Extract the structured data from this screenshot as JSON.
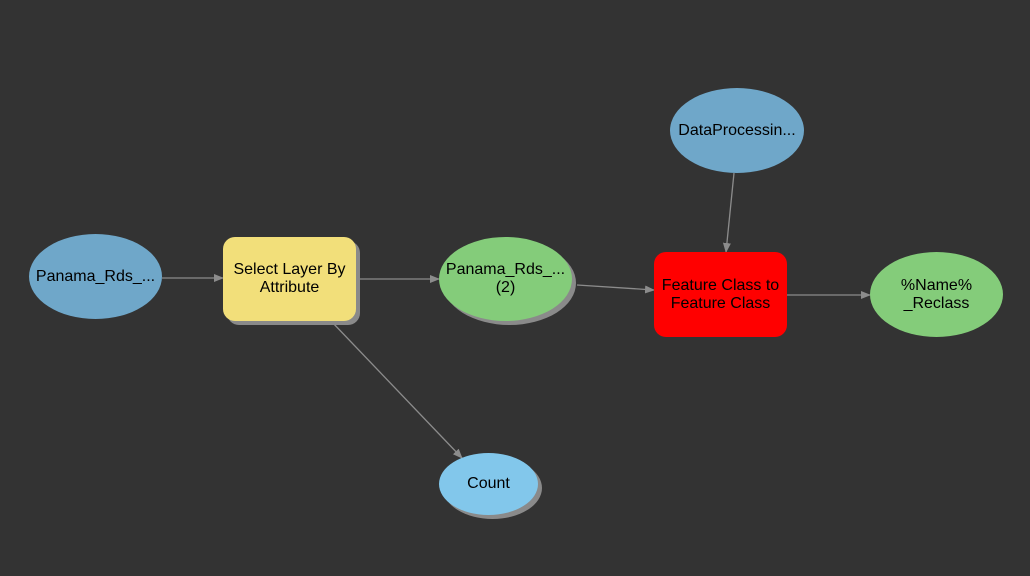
{
  "diagram": {
    "colors": {
      "background": "#333333",
      "input_data": "#6fa7c9",
      "derived_data": "#84cc7a",
      "tool": "#f2df7a",
      "tool_error": "#ff0000",
      "variable": "#82c7eb",
      "connector": "#8c8c8c"
    },
    "nodes": {
      "panama_rds_input": {
        "label": "Panama_Rds_..."
      },
      "select_layer_by_attribute": {
        "label": "Select Layer By\nAttribute"
      },
      "panama_rds_output": {
        "label": "Panama_Rds_...\n(2)"
      },
      "count": {
        "label": "Count"
      },
      "data_processing": {
        "label": "DataProcessin..."
      },
      "feature_class_to_feature_class": {
        "label": "Feature Class to\nFeature Class"
      },
      "name_reclass": {
        "label": "%Name%\n_Reclass"
      }
    },
    "connections": [
      {
        "from": "panama_rds_input",
        "to": "select_layer_by_attribute"
      },
      {
        "from": "select_layer_by_attribute",
        "to": "panama_rds_output"
      },
      {
        "from": "select_layer_by_attribute",
        "to": "count"
      },
      {
        "from": "panama_rds_output",
        "to": "feature_class_to_feature_class"
      },
      {
        "from": "data_processing",
        "to": "feature_class_to_feature_class"
      },
      {
        "from": "feature_class_to_feature_class",
        "to": "name_reclass"
      }
    ]
  }
}
